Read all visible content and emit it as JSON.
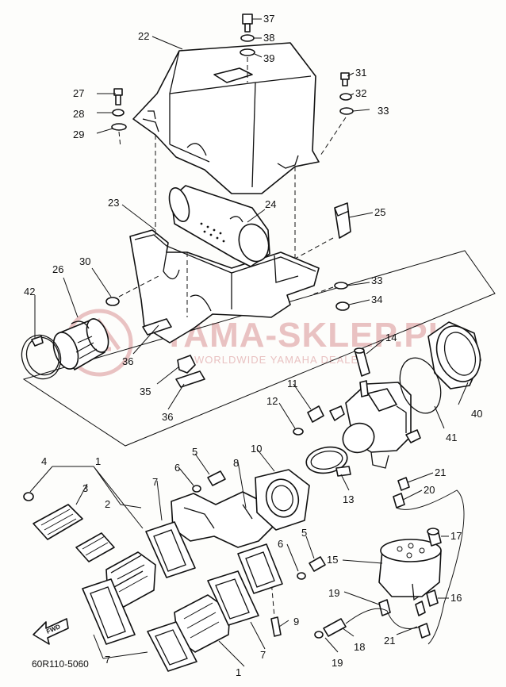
{
  "callouts": {
    "c1": "1",
    "c2": "2",
    "c3": "3",
    "c4": "4",
    "c5": "5",
    "c6": "6",
    "c7": "7",
    "c8": "8",
    "c9": "9",
    "c10": "10",
    "c11": "11",
    "c12": "12",
    "c13": "13",
    "c14": "14",
    "c15": "15",
    "c16": "16",
    "c17": "17",
    "c18": "18",
    "c19": "19",
    "c20": "20",
    "c21": "21",
    "c22": "22",
    "c23": "23",
    "c24": "24",
    "c25": "25",
    "c26": "26",
    "c27": "27",
    "c28": "28",
    "c29": "29",
    "c30": "30",
    "c31": "31",
    "c32": "32",
    "c33": "33",
    "c34": "34",
    "c35": "35",
    "c36": "36",
    "c37": "37",
    "c38": "38",
    "c39": "39",
    "c40": "40",
    "c41": "41",
    "c42": "42"
  },
  "watermark": {
    "main": "YAMA-SKLEP.PL",
    "sub": "WORLDWIDE YAMAHA DEALER"
  },
  "diagram_code": "60R110-5060",
  "forward_label": "FWD",
  "colors": {
    "ink": "#111111",
    "watermark": "#e9c2c2",
    "paper": "#fdfdfb"
  }
}
